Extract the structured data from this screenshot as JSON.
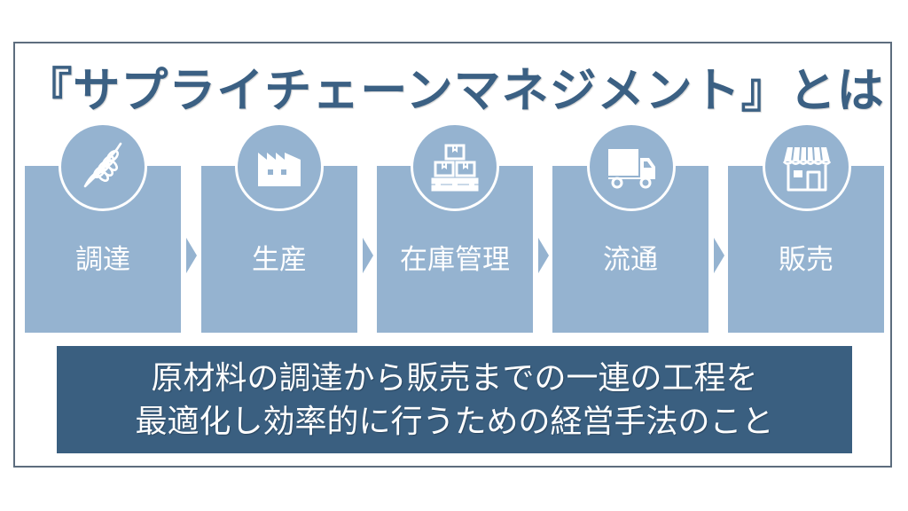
{
  "title": "『サプライチェーンマネジメント』とは",
  "colors": {
    "panel": "#95b3d0",
    "accent_dark": "#3a5f80",
    "title_text": "#3b6083",
    "icon": "#ffffff",
    "frame_border": "#5d6d7e"
  },
  "steps": [
    {
      "label": "調達",
      "icon": "wheat-icon"
    },
    {
      "label": "生産",
      "icon": "factory-icon"
    },
    {
      "label": "在庫管理",
      "icon": "stacked-boxes-icon"
    },
    {
      "label": "流通",
      "icon": "truck-icon"
    },
    {
      "label": "販売",
      "icon": "storefront-icon"
    }
  ],
  "description": {
    "line1": "原材料の調達から販売までの一連の工程を",
    "line2": "最適化し効率的に行うための経営手法のこと"
  }
}
